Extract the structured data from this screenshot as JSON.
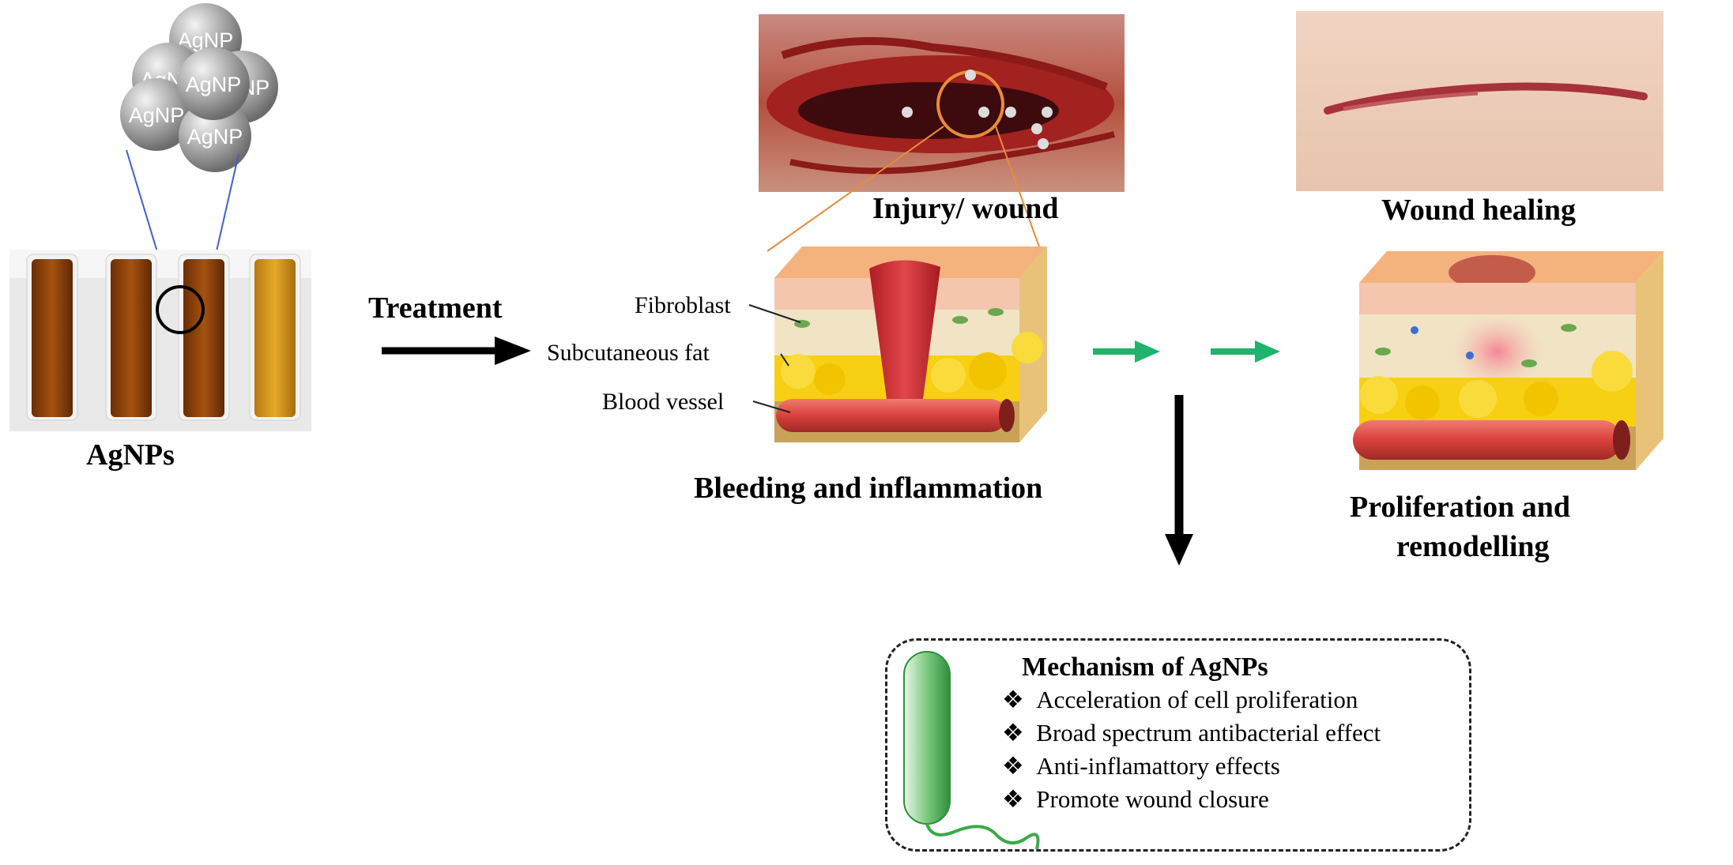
{
  "nanoparticle_label": "AgNP",
  "labels": {
    "agnps": "AgNPs",
    "treatment": "Treatment",
    "injury": "Injury/ wound",
    "wound_healing": "Wound healing",
    "bleeding": "Bleeding and inflammation",
    "proliferation_line1": "Proliferation and",
    "proliferation_line2": "remodelling",
    "fibroblast": "Fibroblast",
    "subcutaneous_fat": "Subcutaneous fat",
    "blood_vessel": "Blood vessel"
  },
  "mechanism": {
    "title": "Mechanism of AgNPs",
    "bullet": "❖",
    "items": [
      "Acceleration  of cell proliferation",
      "Broad spectrum antibacterial  effect",
      "Anti-inflamattory  effects",
      "Promote wound closure"
    ]
  },
  "colors": {
    "vial_dark": "#8a3f08",
    "vial_light": "#d79a1c",
    "arrow_green": "#1fb36b",
    "fat_yellow": "#f7cf13",
    "skin_pink": "#f3c6ad",
    "vessel_red": "#d9413c",
    "blood_red": "#c4222a",
    "bacterium_green": "#3aa946"
  }
}
